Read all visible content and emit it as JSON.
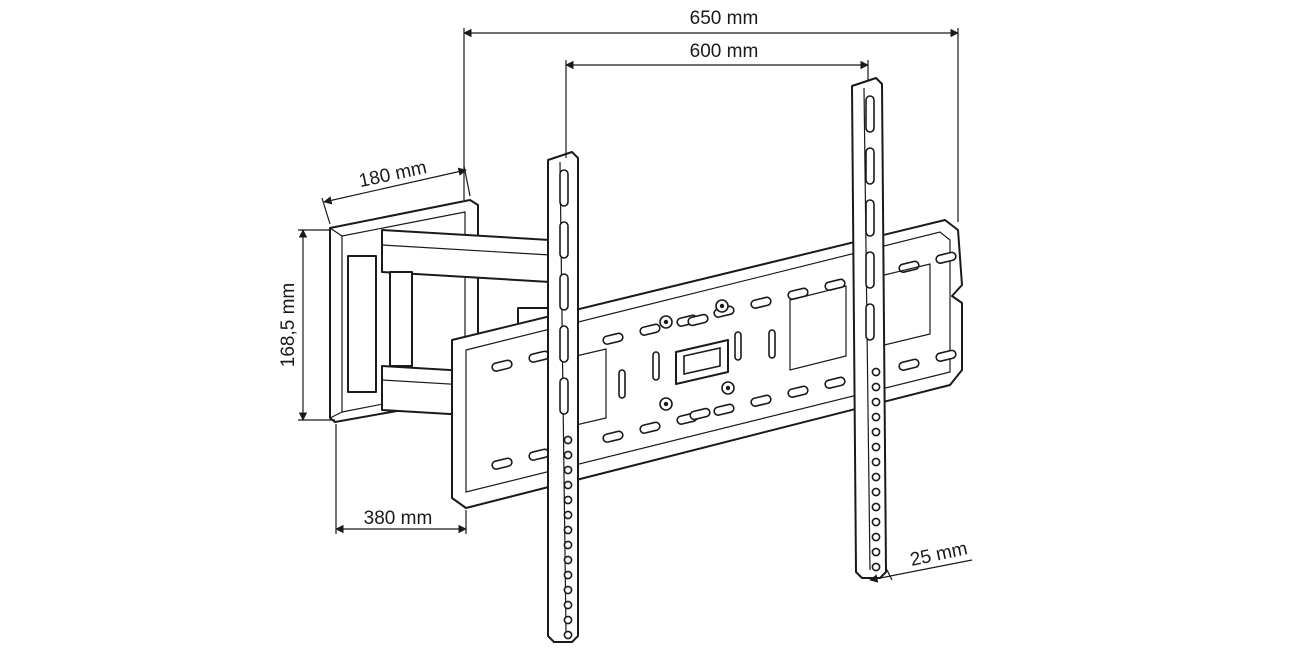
{
  "dimensions": {
    "overall_width": "650 mm",
    "vesa_width": "600 mm",
    "arm_length": "180 mm",
    "wall_plate_height": "168,5 mm",
    "max_extension": "380 mm",
    "wall_gap": "25 mm"
  },
  "colors": {
    "line": "#1a1a1a",
    "background": "#ffffff"
  }
}
